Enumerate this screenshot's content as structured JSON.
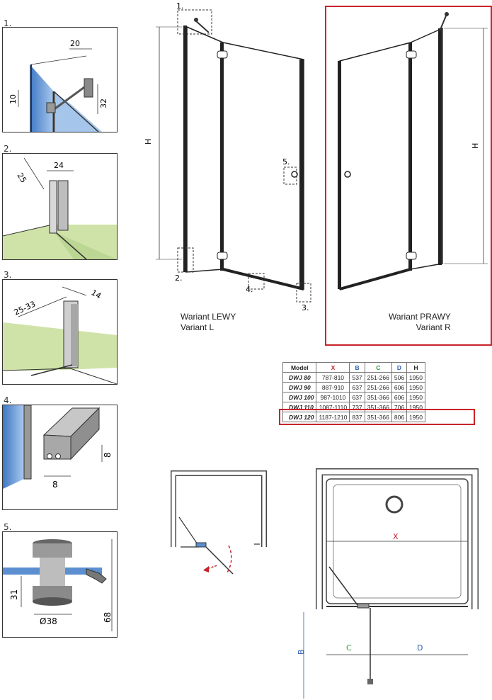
{
  "panels": [
    {
      "label": "1.",
      "dims": [
        "20",
        "10",
        "32"
      ]
    },
    {
      "label": "2.",
      "dims": [
        "25",
        "24"
      ]
    },
    {
      "label": "3.",
      "dims": [
        "25-33",
        "14"
      ]
    },
    {
      "label": "4.",
      "dims": [
        "8",
        "8"
      ]
    },
    {
      "label": "5.",
      "dims": [
        "31",
        "Ø38",
        "68"
      ]
    }
  ],
  "elevation": {
    "left": {
      "name_pl": "Wariant LEWY",
      "name_en": "Variant L",
      "dim_h": "H",
      "callouts": [
        "1.",
        "2.",
        "3.",
        "4.",
        "5."
      ]
    },
    "right": {
      "name_pl": "Wariant PRAWY",
      "name_en": "Variant R",
      "dim_h": "H"
    }
  },
  "table": {
    "headers": [
      "Model",
      "X",
      "B",
      "C",
      "D",
      "H"
    ],
    "header_colors": [
      "#222222",
      "#c8232b",
      "#2a5db0",
      "#2e9a3a",
      "#2a5db0",
      "#222222"
    ],
    "rows": [
      [
        "DWJ 80",
        "787-810",
        "537",
        "251-266",
        "506",
        "1950"
      ],
      [
        "DWJ 90",
        "887-910",
        "637",
        "251-266",
        "606",
        "1950"
      ],
      [
        "DWJ 100",
        "987-1010",
        "637",
        "351-366",
        "606",
        "1950"
      ],
      [
        "DWJ 110",
        "1087-1110",
        "737",
        "351-366",
        "706",
        "1950"
      ],
      [
        "DWJ 120",
        "1187-1210",
        "837",
        "351-366",
        "806",
        "1950"
      ]
    ],
    "highlighted_row": "DWJ 110"
  },
  "plan": {
    "x": "X",
    "b": "B",
    "c": "C",
    "d": "D"
  },
  "colors": {
    "highlight": "#c8232b",
    "glass": "#5b8fd0",
    "floor": "#cfe3a8"
  }
}
